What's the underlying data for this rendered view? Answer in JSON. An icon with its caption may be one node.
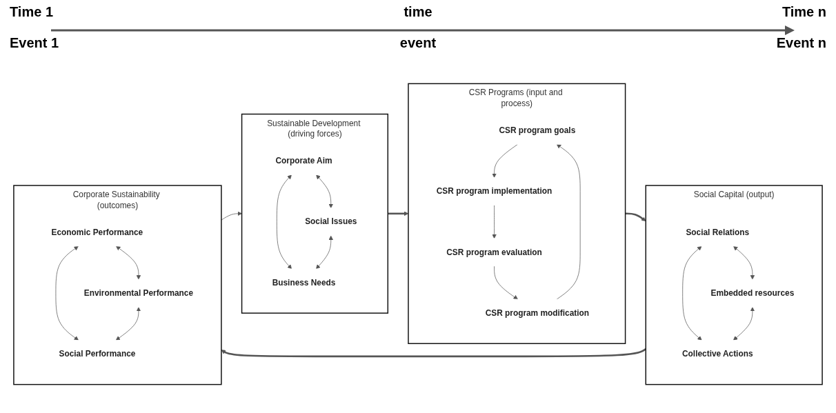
{
  "diagram": {
    "nodes": [
      {
        "text": [
          "Sustainable Development (driving forces)"
        ]
      },
      {
        "text": [
          "Corporate Aim"
        ],
        "in": 0
      },
      {
        "text": [
          "Business Needs"
        ],
        "in": 0
      },
      {
        "text": [
          "Social Issues"
        ],
        "in": 0
      },
      {
        "text": [
          "CSR Programs (input and process)"
        ]
      },
      {
        "text": [
          "CSR program goals"
        ],
        "in": 4
      },
      {
        "text": [
          "CSR program implementation"
        ],
        "in": 4
      },
      {
        "text": [
          "CSR program evaluation"
        ],
        "in": 4
      },
      {
        "text": [
          "CSR program modification"
        ],
        "in": 4
      },
      {
        "text": [
          "Social Capital (output)"
        ]
      },
      {
        "text": [
          "Social Relations"
        ],
        "in": 9
      },
      {
        "text": [
          "Collective Actions"
        ],
        "in": 9
      },
      {
        "text": [
          "Embedded resources"
        ],
        "in": 9
      },
      {
        "text": [
          "Corporate Sustainability (outcomes)"
        ]
      },
      {
        "text": [
          "Economic Performance"
        ],
        "in": 13
      },
      {
        "text": [
          "Social Performance"
        ],
        "in": 13
      },
      {
        "text": [
          "Environmental Performance"
        ],
        "in": 13
      }
    ],
    "edges": [
      {
        "from": 1,
        "to": 3,
        "arrow": "both"
      },
      {
        "from": 1,
        "to": 2,
        "arrow": "both"
      },
      {
        "from": 3,
        "to": 2,
        "arrow": "both"
      },
      {
        "from": 0,
        "to": 4,
        "arrow": "to",
        "style": "thick"
      },
      {
        "from": 5,
        "to": 6,
        "arrow": "to"
      },
      {
        "from": 6,
        "to": 7,
        "arrow": "to"
      },
      {
        "from": 7,
        "to": 8,
        "arrow": "to"
      },
      {
        "from": 8,
        "to": 5,
        "arrow": "to"
      },
      {
        "from": 4,
        "to": 9,
        "arrow": "to",
        "style": "thick"
      },
      {
        "from": 10,
        "to": 12,
        "arrow": "both"
      },
      {
        "from": 10,
        "to": 11,
        "arrow": "both"
      },
      {
        "from": 12,
        "to": 11,
        "arrow": "both"
      },
      {
        "from": 9,
        "to": 13,
        "arrow": "to",
        "style": "thick"
      },
      {
        "from": 14,
        "to": 16,
        "arrow": "both"
      },
      {
        "from": 14,
        "to": 15,
        "arrow": "both"
      },
      {
        "from": 16,
        "to": 15,
        "arrow": "both"
      },
      {
        "from": 13,
        "to": 0,
        "arrow": "to"
      }
    ],
    "labels": [
      "Time 1",
      "time",
      "Time n",
      "Event 1",
      "event",
      "Event n"
    ]
  }
}
